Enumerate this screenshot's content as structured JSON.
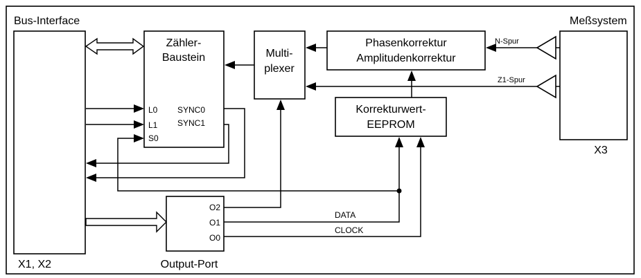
{
  "blocks": {
    "bus_interface": {
      "title": "Bus-Interface",
      "label": "X1, X2"
    },
    "zaehler_baustein": {
      "line1": "Zähler-",
      "line2": "Baustein",
      "pins": {
        "l0": "L0",
        "l1": "L1",
        "s0": "S0",
        "sync0": "SYNC0",
        "sync1": "SYNC1"
      }
    },
    "multiplexer": {
      "line1": "Multi-",
      "line2": "plexer"
    },
    "korrektur": {
      "line1": "Phasenkorrektur",
      "line2": "Amplitudenkorrektur"
    },
    "eeprom": {
      "line1": "Korrekturwert-",
      "line2": "EEPROM"
    },
    "messsystem": {
      "title": "Meßsystem",
      "label": "X3"
    },
    "output_port": {
      "label": "Output-Port",
      "pins": {
        "o2": "O2",
        "o1": "O1",
        "o0": "O0"
      }
    }
  },
  "signals": {
    "n_spur": "N-Spur",
    "z1_spur": "Z1-Spur",
    "data": "DATA",
    "clock": "CLOCK"
  }
}
